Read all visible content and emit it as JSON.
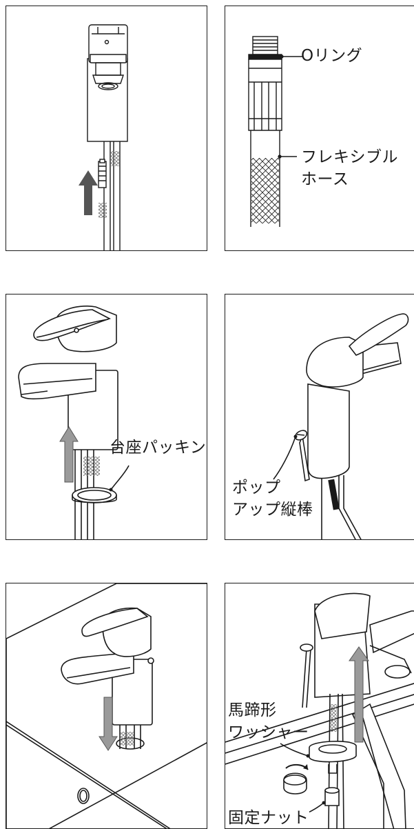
{
  "panels": [
    {
      "id": 1,
      "labels": []
    },
    {
      "id": 2,
      "labels": [
        "Oリング",
        "フレキシブル",
        "ホース"
      ]
    },
    {
      "id": 3,
      "labels": [
        "台座パッキン"
      ]
    },
    {
      "id": 4,
      "labels": [
        "ポップ",
        "アップ縦棒"
      ]
    },
    {
      "id": 5,
      "labels": []
    },
    {
      "id": 6,
      "labels": [
        "馬蹄形",
        "ワッシャー",
        "固定ナット"
      ]
    }
  ],
  "colors": {
    "line": "#1a1a1a",
    "arrow_dark": "#555555",
    "arrow_light": "#9a9a9a",
    "hatch": "#8a8a8a",
    "background": "#ffffff"
  }
}
